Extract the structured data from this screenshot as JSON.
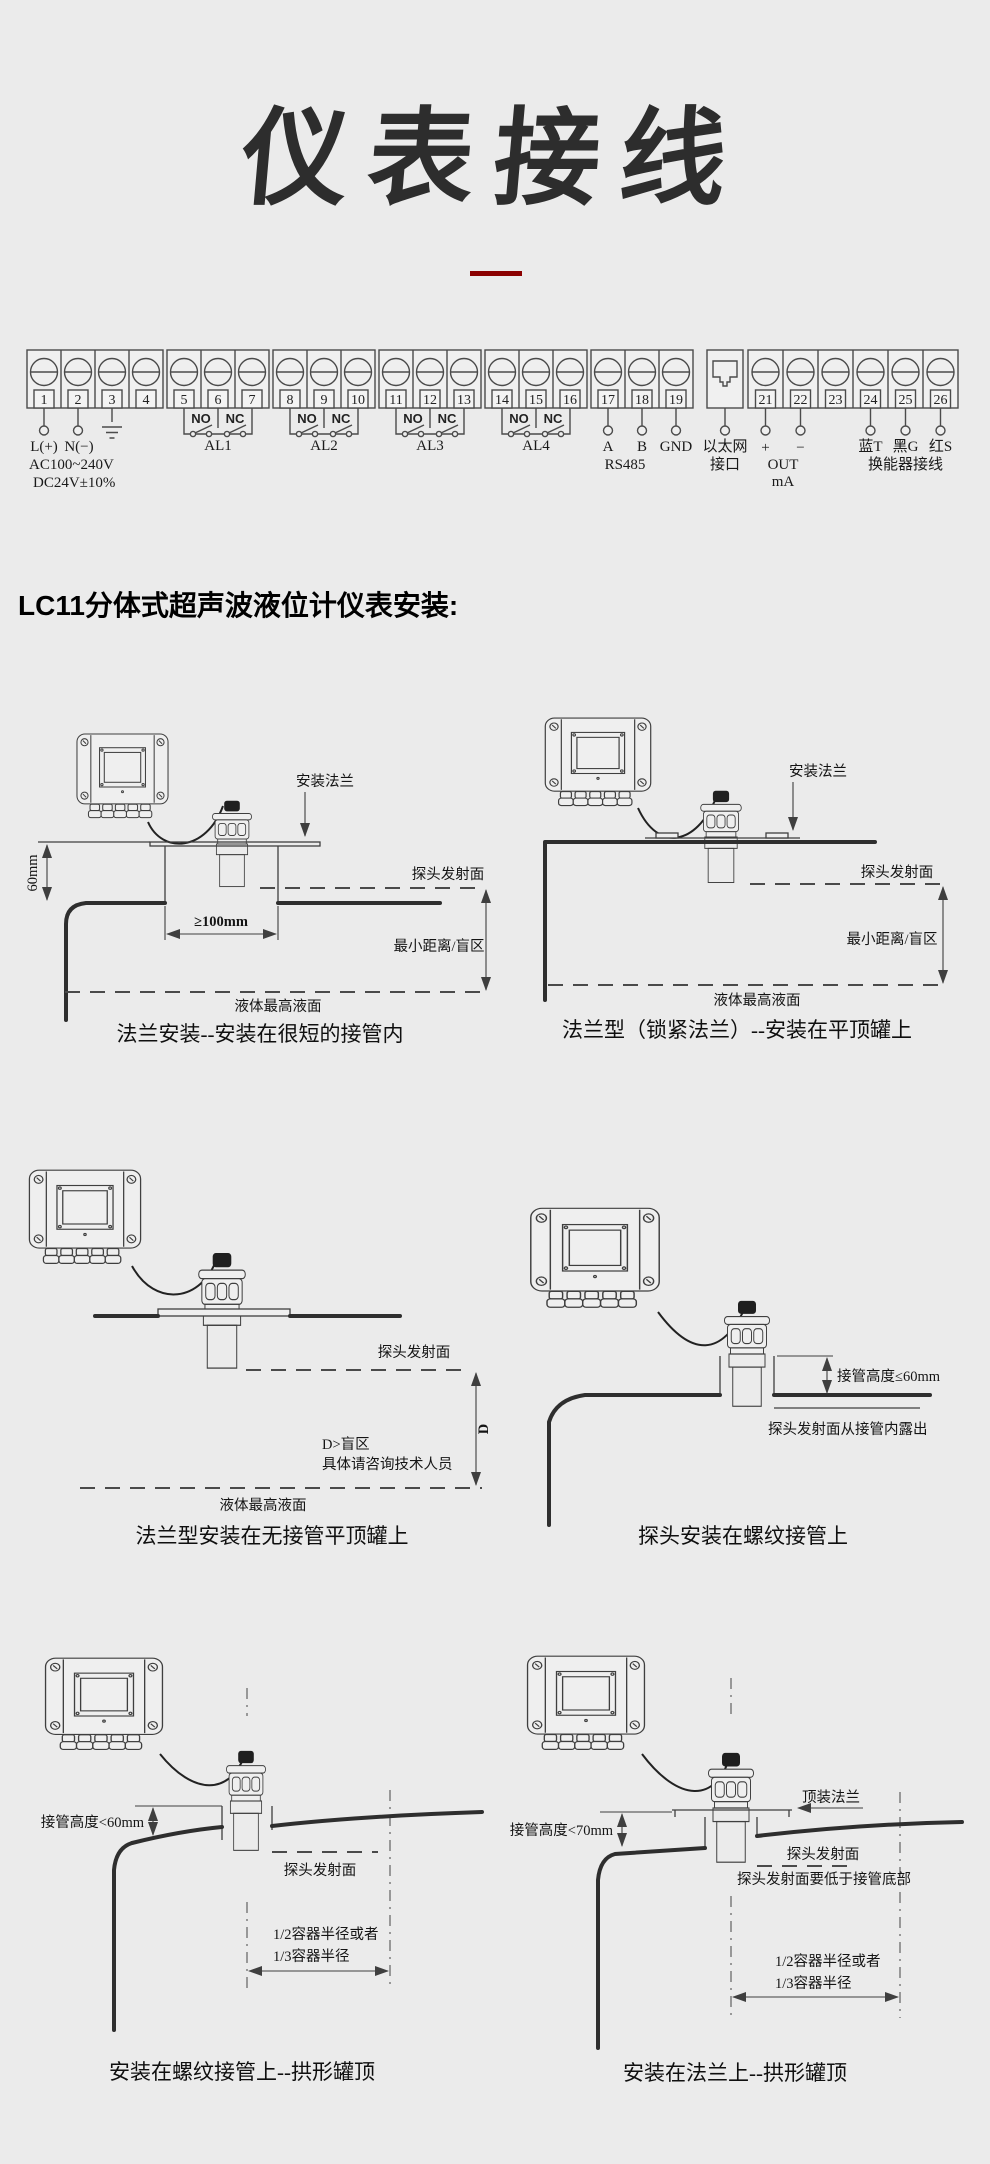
{
  "page": {
    "title": "仪表接线",
    "colors": {
      "background": "#ebebeb",
      "accent": "#8b0000",
      "ink": "#3f3f3f"
    }
  },
  "section_title": "LC11分体式超声波液位计仪表安装:",
  "wiring": {
    "blocks": [
      [
        "1",
        "2",
        "3",
        "4"
      ],
      [
        "5",
        "6",
        "7"
      ],
      [
        "8",
        "9",
        "10"
      ],
      [
        "11",
        "12",
        "13"
      ],
      [
        "14",
        "15",
        "16"
      ],
      [
        "17",
        "18",
        "19"
      ],
      [
        "21",
        "22",
        "23",
        "24",
        "25",
        "26"
      ]
    ],
    "power": {
      "l": "L(+)",
      "n": "N(−)",
      "ac": "AC100~240V",
      "dc": "DC24V±10%"
    },
    "relays": {
      "no": "NO",
      "nc": "NC",
      "names": [
        "AL1",
        "AL2",
        "AL3",
        "AL4"
      ]
    },
    "comm": {
      "a": "A",
      "b": "B",
      "gnd": "GND",
      "bus": "RS485"
    },
    "ethernet": {
      "line1": "以太网",
      "line2": "接口"
    },
    "current": {
      "plus": "+",
      "minus": "−",
      "out": "OUT",
      "unit": "mA"
    },
    "transducer": {
      "blue": "蓝T",
      "black": "黑G",
      "red": "红S",
      "label": "换能器接线"
    }
  },
  "figures": {
    "fig1": {
      "caption": "法兰安装--安装在很短的接管内",
      "flange": "安装法兰",
      "emit": "探头发射面",
      "blind": "最小距离/盲区",
      "liquid": "液体最高液面",
      "h60": "60mm",
      "w100": "≥100mm"
    },
    "fig2": {
      "caption": "法兰型（锁紧法兰）--安装在平顶罐上",
      "flange": "安装法兰",
      "emit": "探头发射面",
      "blind": "最小距离/盲区",
      "liquid": "液体最高液面"
    },
    "fig3": {
      "caption": "法兰型安装在无接管平顶罐上",
      "emit": "探头发射面",
      "dim": "D",
      "blind1": "D>盲区",
      "blind2": "具体请咨询技术人员",
      "liquid": "液体最高液面"
    },
    "fig4": {
      "caption": "探头安装在螺纹接管上",
      "nozzle": "接管高度≤60mm",
      "emit": "探头发射面从接管内露出"
    },
    "fig5": {
      "caption": "安装在螺纹接管上--拱形罐顶",
      "nozzle": "接管高度<60mm",
      "emit": "探头发射面",
      "radius1": "1/2容器半径或者",
      "radius2": "1/3容器半径"
    },
    "fig6": {
      "caption": "安装在法兰上--拱形罐顶",
      "nozzle": "接管高度<70mm",
      "flange": "顶装法兰",
      "emit": "探头发射面",
      "emit_note": "探头发射面要低于接管底部",
      "radius1": "1/2容器半径或者",
      "radius2": "1/3容器半径"
    }
  }
}
